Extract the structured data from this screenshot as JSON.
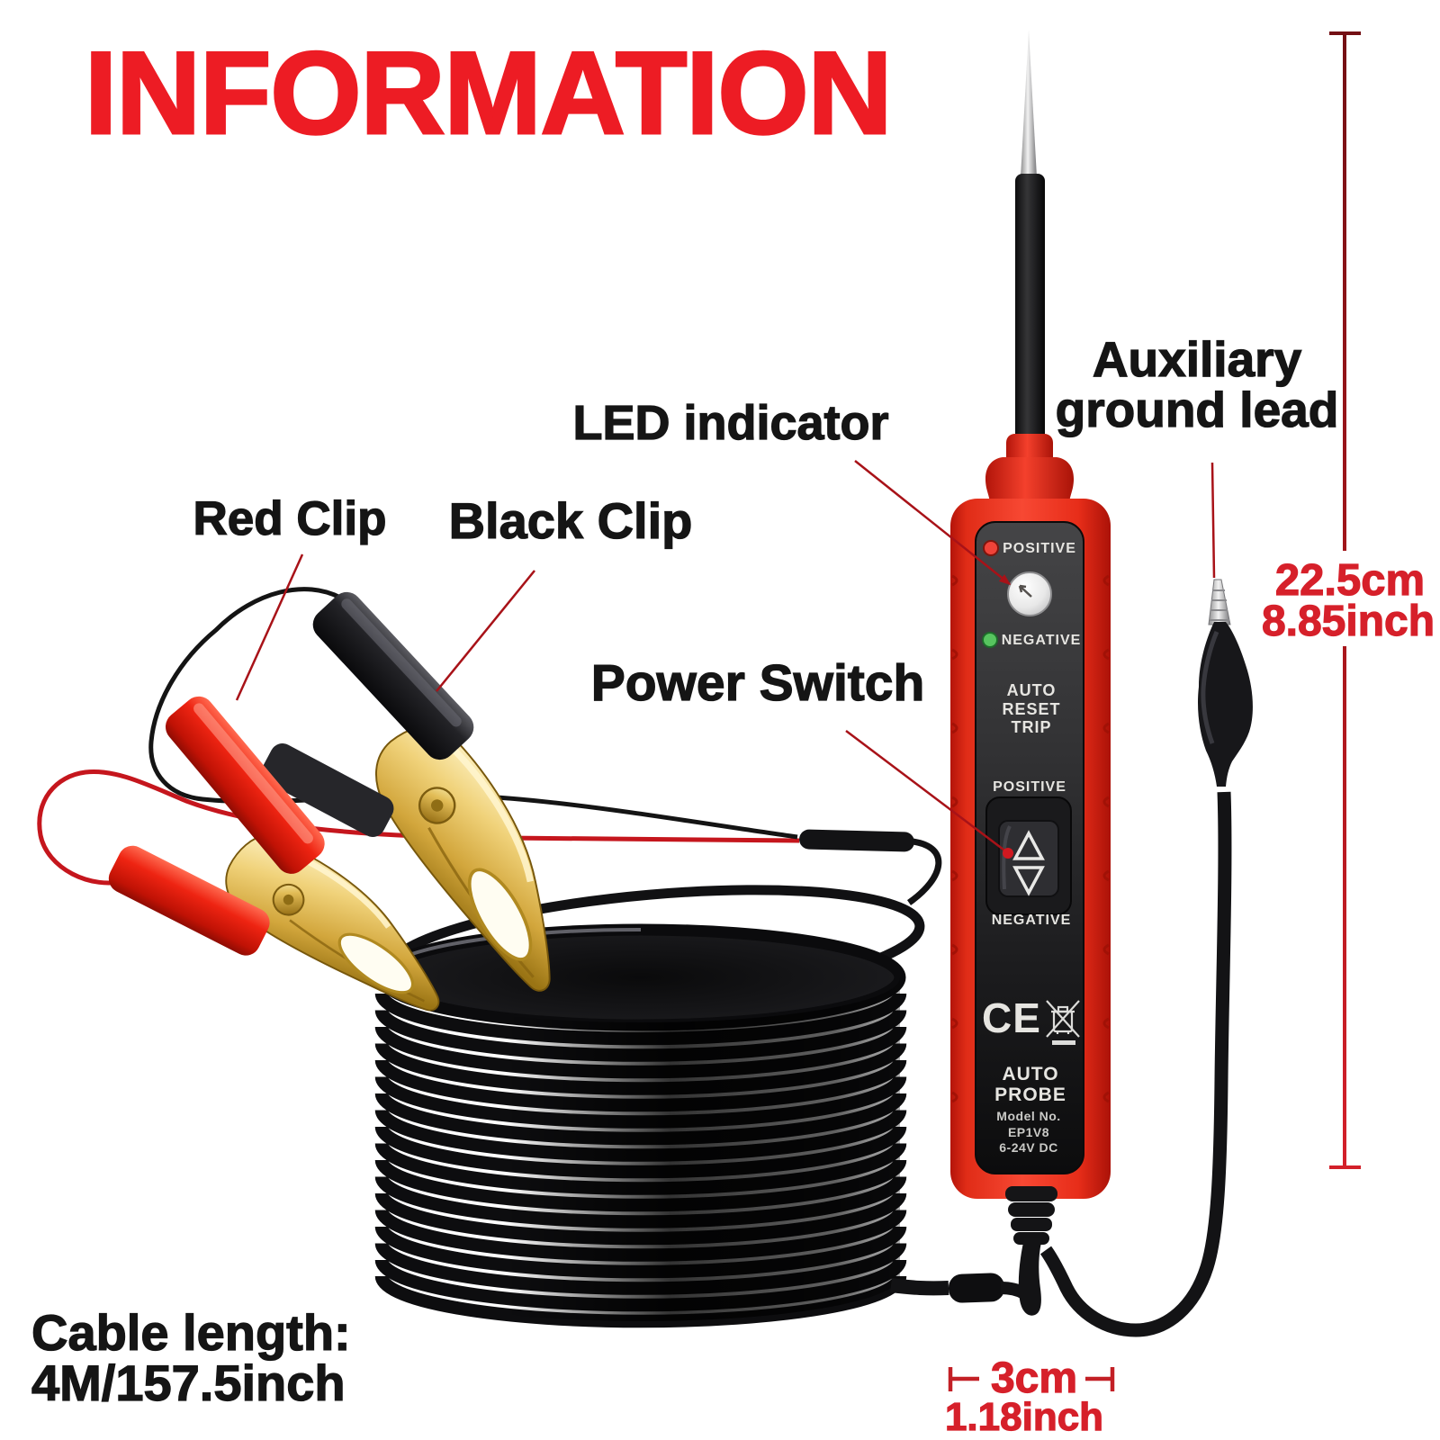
{
  "title": "INFORMATION",
  "accent_color": "#ed1c24",
  "dim_color": "#d6202a",
  "labels": {
    "led_indicator": "LED indicator",
    "auxiliary_line1": "Auxiliary",
    "auxiliary_line2": "ground lead",
    "red_clip": "Red Clip",
    "black_clip": "Black Clip",
    "power_switch": "Power Switch",
    "cable_length_line1": "Cable length:",
    "cable_length_line2": "4M/157.5inch"
  },
  "dimensions": {
    "probe_height_cm": "22.5cm",
    "probe_height_inch": "8.85inch",
    "probe_width_cm": "3cm",
    "probe_width_inch": "1.18inch"
  },
  "device": {
    "indicator_positive": "POSITIVE",
    "indicator_negative": "NEGATIVE",
    "auto_reset_trip": [
      "AUTO",
      "RESET",
      "TRIP"
    ],
    "switch_positive": "POSITIVE",
    "switch_negative": "NEGATIVE",
    "ce_mark": "CE",
    "auto_probe": [
      "AUTO",
      "PROBE"
    ],
    "model_lines": [
      "Model No.",
      "EP1V8",
      "6-24V DC"
    ]
  }
}
